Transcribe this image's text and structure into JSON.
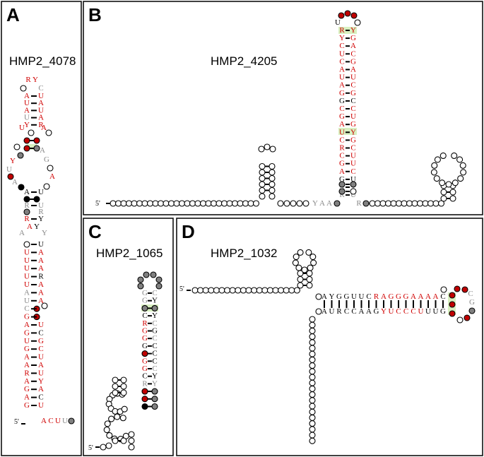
{
  "figure": {
    "panels": [
      {
        "letter": "A",
        "title": "HMP2_4078"
      },
      {
        "letter": "B",
        "title": "HMP2_4205"
      },
      {
        "letter": "C",
        "title": "HMP2_1065"
      },
      {
        "letter": "D",
        "title": "HMP2_1032"
      }
    ],
    "five_prime_label": "5'",
    "colors": {
      "red_nt": "#d00000",
      "grey_nt": "#8a8a8a",
      "black_nt": "#000000",
      "red_dot": "#c00000",
      "grey_dot": "#808080",
      "black_dot": "#000000",
      "covariation_highlight": "#d8f0c0"
    },
    "panel_a": {
      "hairpin_loop": [
        "R",
        "Y",
        "C"
      ],
      "stem_top": [
        [
          "A",
          "U"
        ],
        [
          "U",
          "A"
        ],
        [
          "A",
          "U"
        ],
        [
          "U",
          "A"
        ],
        [
          "Y",
          "R"
        ]
      ],
      "loop_left": [
        "U",
        "Y",
        "U",
        "A"
      ],
      "loop_right_top": [
        "A"
      ],
      "loop_right": [
        "A",
        "G",
        "A"
      ],
      "stem_mid": [
        [
          "R",
          "R"
        ],
        [
          "R",
          "Y"
        ]
      ],
      "bulge_mid": [
        "A",
        "Y"
      ],
      "stem_bottom": [
        [
          "A",
          "U"
        ],
        [
          "U",
          "A"
        ],
        [
          "U",
          "A"
        ],
        [
          "U",
          "A"
        ],
        [
          "U",
          "R"
        ],
        [
          "U",
          "A"
        ],
        [
          "A",
          "A"
        ],
        [
          "U",
          "A"
        ],
        [
          "C",
          "A"
        ],
        [
          "G",
          "U"
        ],
        [
          "A",
          "U"
        ],
        [
          "G",
          "C"
        ],
        [
          "U",
          "G"
        ],
        [
          "G",
          "C"
        ],
        [
          "A",
          "U"
        ],
        [
          "A",
          "A"
        ],
        [
          "R",
          "U"
        ],
        [
          "A",
          "Y"
        ],
        [
          "G",
          "A"
        ],
        [
          "A",
          "C"
        ],
        [
          "G",
          "U"
        ]
      ],
      "tail_3": [
        "A",
        "C",
        "U",
        "U"
      ]
    },
    "panel_b": {
      "spacer": [
        "Y",
        "A",
        "A"
      ],
      "stem_left": [
        "R",
        "Y",
        "C",
        "U",
        "C",
        "A",
        "U",
        "A",
        "G",
        "G",
        "C",
        "G",
        "A",
        "U",
        "C",
        "R",
        "C",
        "G",
        "A",
        "G",
        "A",
        "R"
      ],
      "stem_right": [
        "Y",
        "G",
        "A",
        "C",
        "G",
        "A",
        "U",
        "C",
        "G",
        "C",
        "C",
        "U",
        "G",
        "Y",
        "G",
        "C",
        "U",
        "U",
        "C",
        "U",
        "Y",
        "U"
      ],
      "loop_upper_left": "U",
      "right_base": "R"
    },
    "panel_c": {
      "stem_left": [
        "G",
        "G",
        "G",
        "C",
        "R",
        "G",
        "G",
        "G",
        "G",
        "G",
        "G",
        "C",
        "R",
        "R",
        "R",
        "G"
      ],
      "stem_right": [
        "C",
        "Y",
        "C",
        "Y",
        "C",
        "G",
        "C",
        "C",
        "C",
        "C",
        "C",
        "Y",
        "Y",
        "Y",
        "Y",
        "C"
      ]
    },
    "panel_d": {
      "top_strand": [
        "A",
        "Y",
        "G",
        "G",
        "U",
        "U",
        "C",
        "R",
        "A",
        "G",
        "G",
        "G",
        "A",
        "A",
        "A",
        "A",
        "C",
        "Y"
      ],
      "bottom_strand": [
        "A",
        "U",
        "R",
        "C",
        "C",
        "A",
        "A",
        "G",
        "Y",
        "U",
        "C",
        "C",
        "C",
        "U",
        "U",
        "U",
        "G",
        "U"
      ],
      "loop_letters": [
        "C",
        "G"
      ]
    }
  }
}
